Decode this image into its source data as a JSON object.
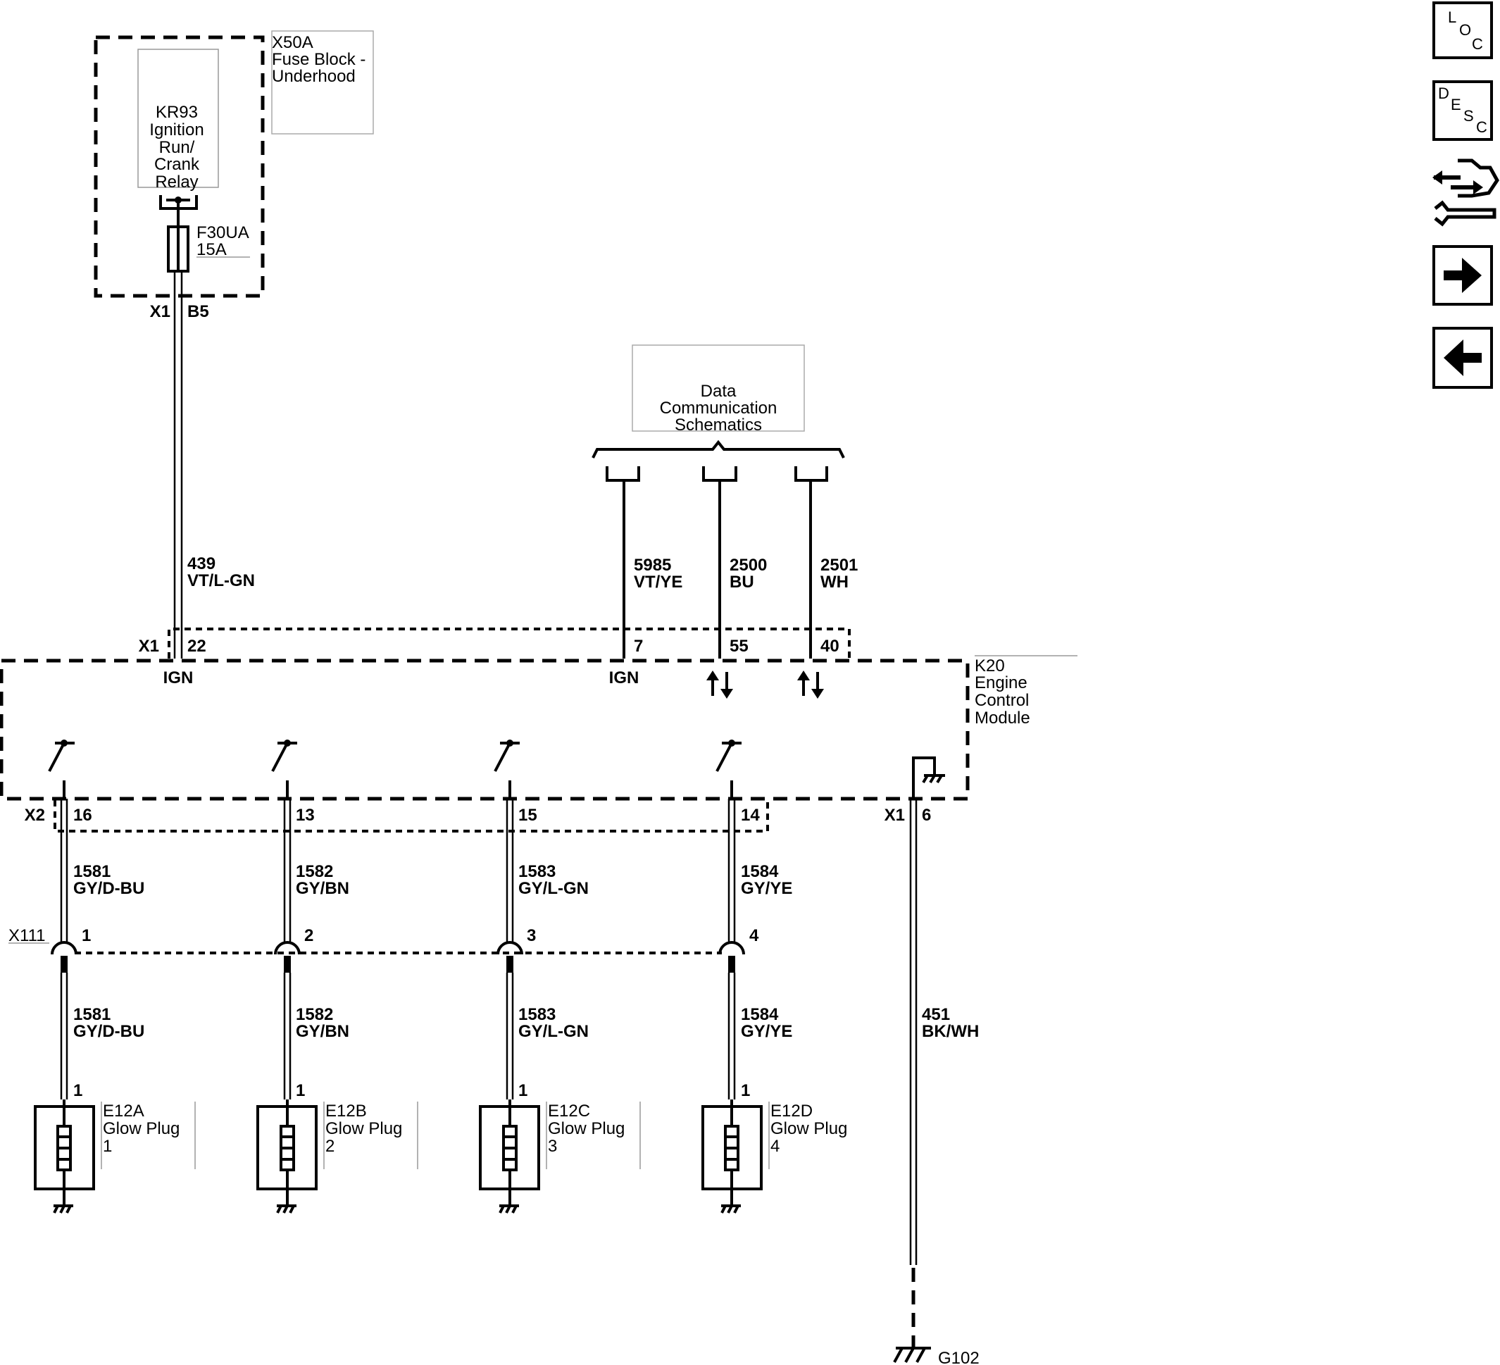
{
  "fuse_block": {
    "ref": "X50A",
    "name_line1": "Fuse Block -",
    "name_line2": "Underhood"
  },
  "relay": {
    "ref": "KR93",
    "line1": "Ignition",
    "line2": "Run/",
    "line3": "Crank",
    "line4": "Relay"
  },
  "fuse": {
    "ref": "F30UA",
    "rating": "15A"
  },
  "x50a_connector": {
    "conn": "X1",
    "pin": "B5"
  },
  "wire_439": {
    "circuit": "439",
    "color": "VT/L-GN"
  },
  "data_comm": {
    "line1": "Data",
    "line2": "Communication",
    "line3": "Schematics"
  },
  "wire_5985": {
    "circuit": "5985",
    "color": "VT/YE"
  },
  "wire_2500": {
    "circuit": "2500",
    "color": "BU"
  },
  "wire_2501": {
    "circuit": "2501",
    "color": "WH"
  },
  "ecm_x1": {
    "conn": "X1",
    "pin_22": "22",
    "pin_7": "7",
    "pin_55": "55",
    "pin_40": "40"
  },
  "ecm": {
    "ref": "K20",
    "line1": "Engine",
    "line2": "Control",
    "line3": "Module",
    "ign1": "IGN",
    "ign2": "IGN"
  },
  "ecm_x2": {
    "conn": "X2",
    "pin_16": "16",
    "pin_13": "13",
    "pin_15": "15",
    "pin_14": "14"
  },
  "ecm_x1_ground": {
    "conn": "X1",
    "pin": "6"
  },
  "inline_connector": {
    "ref": "X111",
    "pin_1": "1",
    "pin_2": "2",
    "pin_3": "3",
    "pin_4": "4"
  },
  "glow_circuits": [
    {
      "circuit": "1581",
      "color": "GY/D-BU"
    },
    {
      "circuit": "1582",
      "color": "GY/BN"
    },
    {
      "circuit": "1583",
      "color": "GY/L-GN"
    },
    {
      "circuit": "1584",
      "color": "GY/YE"
    }
  ],
  "glow_plugs": [
    {
      "ref": "E12A",
      "name": "Glow Plug",
      "num": "1",
      "pin": "1"
    },
    {
      "ref": "E12B",
      "name": "Glow Plug",
      "num": "2",
      "pin": "1"
    },
    {
      "ref": "E12C",
      "name": "Glow Plug",
      "num": "3",
      "pin": "1"
    },
    {
      "ref": "E12D",
      "name": "Glow Plug",
      "num": "4",
      "pin": "1"
    }
  ],
  "ground_wire": {
    "circuit": "451",
    "color": "BK/WH"
  },
  "ground": {
    "ref": "G102"
  },
  "nav": {
    "loc": [
      "L",
      "O",
      "C"
    ],
    "desc": [
      "D",
      "E",
      "S",
      "C"
    ],
    "tools_icon": "connector-tool-icon",
    "next_icon": "arrow-right-icon",
    "prev_icon": "arrow-left-icon"
  }
}
